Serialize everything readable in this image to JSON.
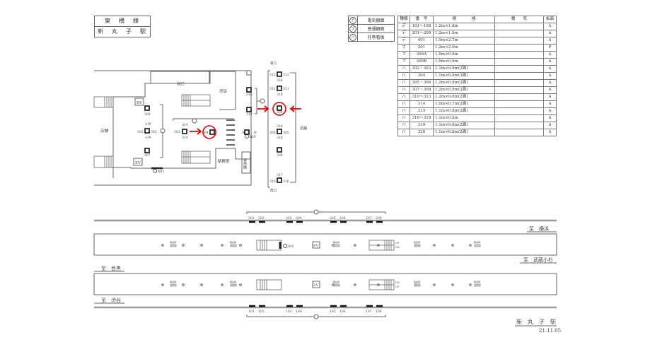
{
  "header": {
    "line": "東　横　線",
    "station": "新　丸　子　駅"
  },
  "legend": [
    {
      "icon": "デ",
      "label": "電気額面"
    },
    {
      "icon": "フ",
      "label": "普通額面"
    },
    {
      "icon": "ハ",
      "label": "柱巻看板"
    }
  ],
  "spec_table": {
    "headers": [
      "種類",
      "番　号",
      "規　　　　格",
      "電　　気",
      "板面"
    ],
    "rows": [
      [
        "デ",
        "101～108",
        "1.2m×1.8m",
        "",
        "A"
      ],
      [
        "デ",
        "201～208",
        "1.2m×1.8m",
        "",
        "A"
      ],
      [
        "デ",
        "401",
        "1.0m×2.7m",
        "",
        "A"
      ],
      [
        "フ",
        "201",
        "1.2m×2.0m",
        "",
        "P"
      ],
      [
        "フ",
        "309A",
        "1.0m×0.8m",
        "",
        "A"
      ],
      [
        "フ",
        "309B",
        "1.0m×0.8m",
        "",
        "A"
      ],
      [
        "ハ",
        "302・303",
        "1.1m×0.8m(2面)",
        "",
        "A"
      ],
      [
        "ハ",
        "304",
        "1.1m×0.8m(3面)",
        "",
        "A"
      ],
      [
        "ハ",
        "305・306",
        "1.2m×0.8m(2面)",
        "",
        "A"
      ],
      [
        "ハ",
        "307・308",
        "1.2m×0.8m(3面)",
        "",
        "A"
      ],
      [
        "ハ",
        "310～313",
        "1.2m×0.8m(2面)",
        "",
        "A"
      ],
      [
        "ハ",
        "314",
        "1.0m×0.7m(2面)",
        "",
        "A"
      ],
      [
        "ハ",
        "315",
        "1.1m×0.8m(2面)",
        "",
        "A"
      ],
      [
        "ハ",
        "316～318",
        "1.1m×0.8m",
        "",
        "A"
      ],
      [
        "ハ",
        "319",
        "1.1m×0.8m(2面)",
        "",
        "A"
      ],
      [
        "ハ",
        "320",
        "1.1m×0.8m(2面)",
        "",
        "A"
      ]
    ]
  },
  "floor_plan": {
    "wc": "WC",
    "kiosk": "売店",
    "shop_left": "店舗",
    "shop_right": "店舗",
    "office": "駅務室",
    "ticket": "券売機",
    "ev": "EV",
    "up": "UP",
    "east": "東口",
    "west": "西口",
    "a": "A",
    "b": "B",
    "board_401": "401",
    "board_309": "309",
    "signs": [
      "308",
      "319",
      "302",
      "302",
      "319",
      "307",
      "314",
      "303",
      "314",
      "304",
      "315",
      "313",
      "312",
      "312",
      "326",
      "311",
      "311",
      "318",
      "304",
      "320",
      "305",
      "305",
      "320",
      "306",
      "317",
      "310",
      "310"
    ]
  },
  "platform": {
    "upper_numbers": [
      "201",
      "202",
      "203",
      "204",
      "205",
      "206",
      "207",
      "208"
    ],
    "lower_numbers": [
      "101",
      "102",
      "103",
      "104",
      "105",
      "106",
      "107",
      "108"
    ],
    "to_yokohama": "至　横浜",
    "to_musashikosugi": "至　武蔵小杉",
    "to_meguro": "至　目黒",
    "to_shibuya": "至　渋谷",
    "ev": "EV",
    "board_201": "201",
    "name_sign": "駅名標",
    "up": "UP",
    "dn": "DN"
  },
  "footer": {
    "station": "新　丸　子　駅",
    "date": "21.11.05"
  }
}
